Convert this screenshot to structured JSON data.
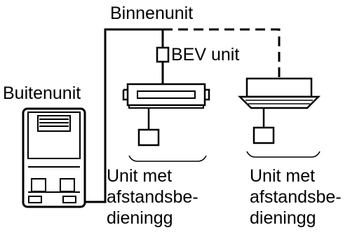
{
  "labels": {
    "indoor_unit": "Binnenunit",
    "bev_unit": "BEV unit",
    "outdoor_unit": "Buitenunit"
  },
  "remote_left": {
    "line1": "Unit met",
    "line2": "afstandsbe-",
    "line3": "dieningg"
  },
  "remote_right": {
    "line1": "Unit met",
    "line2": "afstandsbe-",
    "line3": "dieningg"
  },
  "colors": {
    "line": "#000000",
    "background": "#ffffff"
  }
}
